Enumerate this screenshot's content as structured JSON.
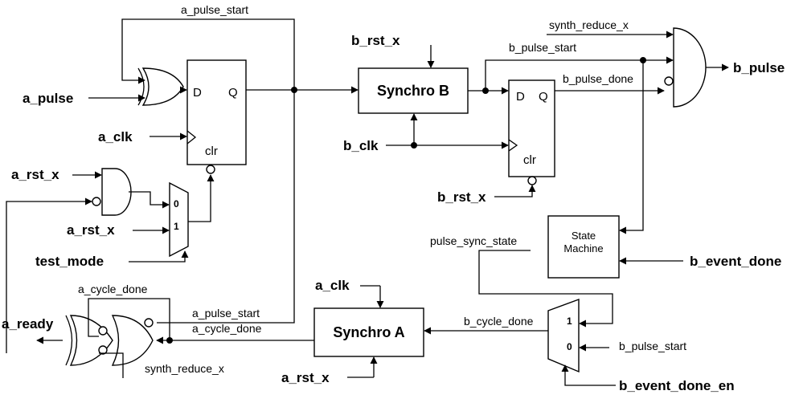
{
  "blocks": {
    "synchro_b": "Synchro B",
    "synchro_a": "Synchro A",
    "state_machine_line1": "State",
    "state_machine_line2": "Machine"
  },
  "flipflop_a": {
    "d": "D",
    "q": "Q",
    "clr": "clr"
  },
  "flipflop_b": {
    "d": "D",
    "q": "Q",
    "clr": "clr"
  },
  "mux_a": {
    "in0": "0",
    "in1": "1"
  },
  "mux_b": {
    "in1": "1",
    "in0": "0"
  },
  "inputs": {
    "a_pulse": "a_pulse",
    "a_clk": "a_clk",
    "a_rst_x_1": "a_rst_x",
    "a_rst_x_2": "a_rst_x",
    "test_mode": "test_mode",
    "b_rst_x_top": "b_rst_x",
    "b_clk": "b_clk",
    "b_rst_x_bottom": "b_rst_x",
    "b_event_done": "b_event_done",
    "a_clk_synchro": "a_clk",
    "a_rst_x_synchro": "a_rst_x",
    "b_event_done_en": "b_event_done_en"
  },
  "outputs": {
    "b_pulse": "b_pulse",
    "a_ready": "a_ready"
  },
  "internal_signals": {
    "a_pulse_start_top": "a_pulse_start",
    "synth_reduce_x_top": "synth_reduce_x",
    "b_pulse_start": "b_pulse_start",
    "b_pulse_done": "b_pulse_done",
    "pulse_sync_state": "pulse_sync_state",
    "a_cycle_done_left": "a_cycle_done",
    "a_pulse_start_bottom": "a_pulse_start",
    "a_cycle_done_bottom": "a_cycle_done",
    "b_cycle_done": "b_cycle_done",
    "b_pulse_start_mux": "b_pulse_start",
    "synth_reduce_x_bottom": "synth_reduce_x"
  }
}
